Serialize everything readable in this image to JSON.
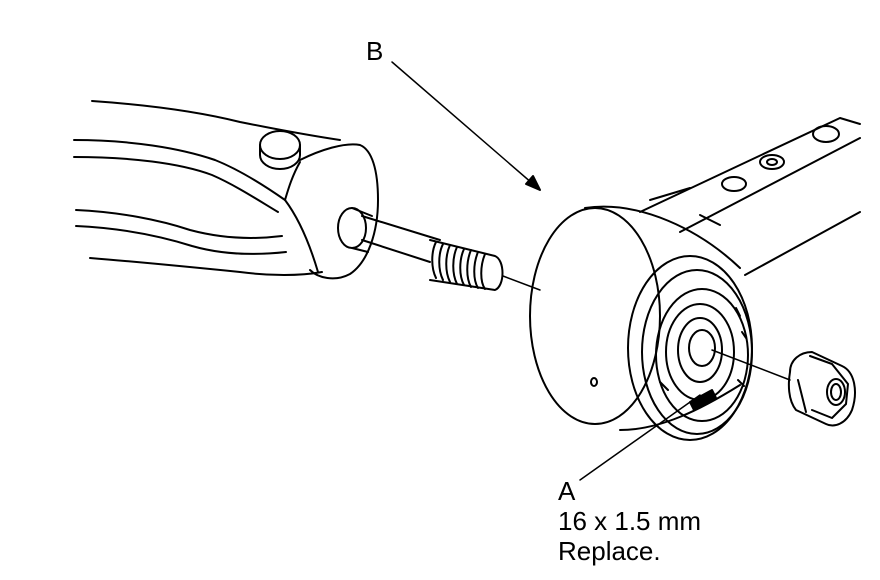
{
  "diagram": {
    "callouts": {
      "b": "B",
      "a": "A"
    },
    "spec": {
      "size": "16 x 1.5 mm",
      "note": "Replace."
    }
  }
}
